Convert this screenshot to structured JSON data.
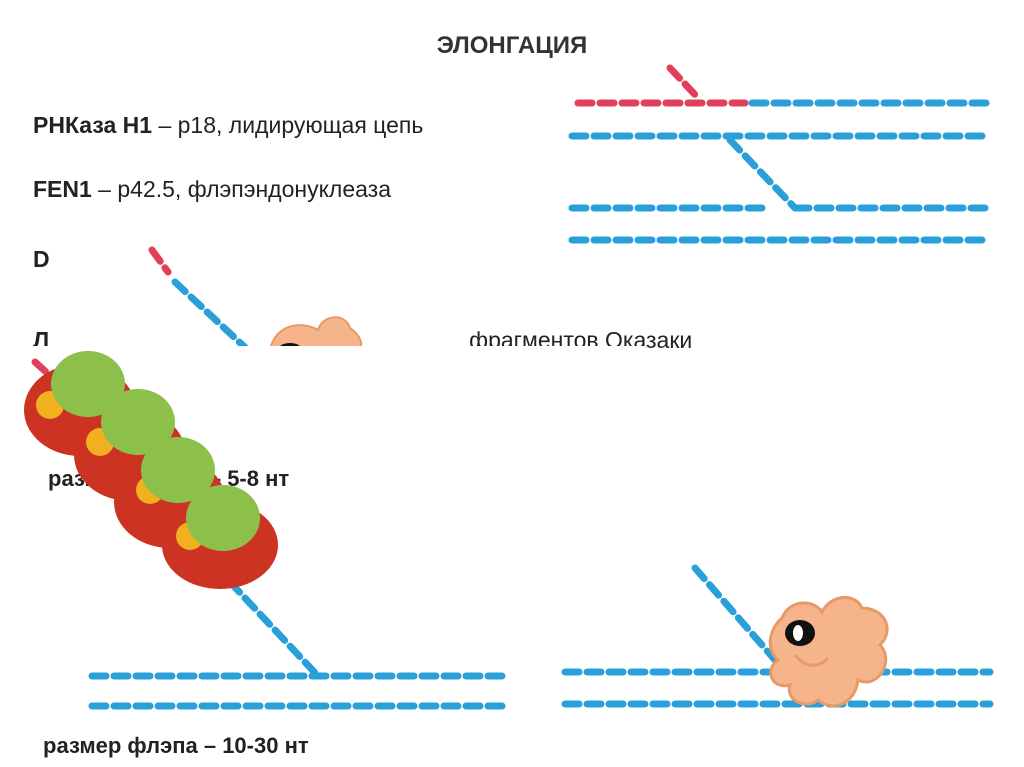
{
  "title": "ЭЛОНГАЦИЯ",
  "lines": [
    {
      "bold": "РНКаза Н1",
      "rest": " – р18, лидирующая цепь"
    },
    {
      "bold": "FEN1",
      "rest": " – р42.5, флэпэндонуклеаза"
    },
    {
      "bold": "D",
      "rest": ""
    },
    {
      "bold": "Л",
      "rest": "фрагментов Оказаки"
    }
  ],
  "flap_short": "размер флэпа – 5-8 нт",
  "flap_long": "размер флэпа – 10-30 нт",
  "colors": {
    "dna_blue": "#2aa0d8",
    "rna_red": "#e0405a",
    "fen1_body": "#f6b48a",
    "protein_red": "#cc3322",
    "protein_green": "#8cc04b",
    "protein_yellow": "#f0b020"
  }
}
